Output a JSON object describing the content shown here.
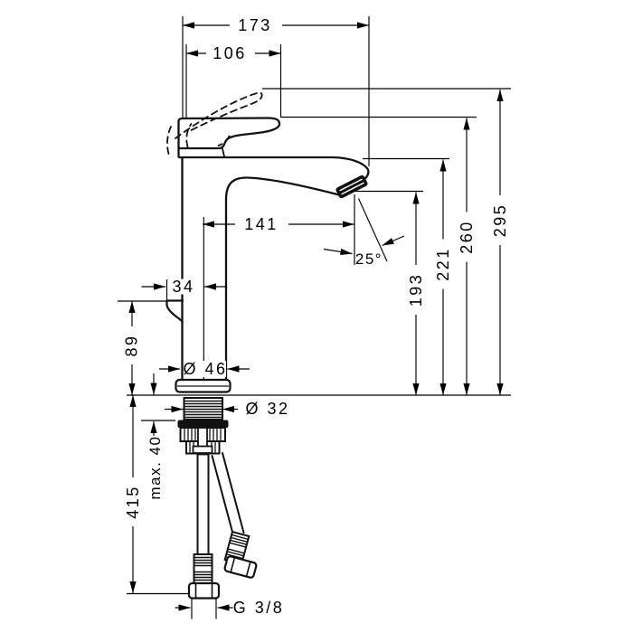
{
  "drawing": {
    "dimensions": {
      "total_width": "173",
      "handle_width": "106",
      "spout_reach": "141",
      "spray_angle": "25°",
      "handle_tip_offset": "34",
      "base_diameter": "Ø 46",
      "shank_diameter": "Ø 32",
      "max_mount_thickness": "max. 40",
      "handle_clearance": "89",
      "hose_length": "415",
      "thread_size": "G 3/8",
      "aerator_height": "193",
      "spout_height": "221",
      "body_height": "260",
      "total_height": "295"
    }
  }
}
